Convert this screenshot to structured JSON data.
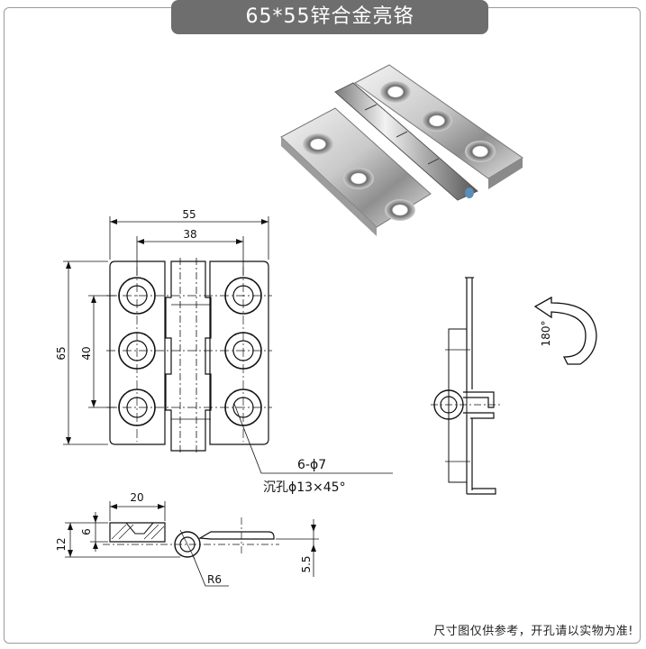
{
  "header": {
    "title": "65*55锌合金亮铬"
  },
  "footer": {
    "note": "尺寸图仅供参考，开孔请以实物为准!"
  },
  "dimensions": {
    "overall_width": "55",
    "hole_spacing_h": "38",
    "height": "65",
    "hole_spacing_v": "40",
    "holes": "6-ϕ7",
    "countersink": "沉孔ϕ13×45°",
    "leaf_width": "20",
    "thickness_total": "12",
    "thickness_leaf": "6",
    "pin_offset": "5.5",
    "radius": "R6",
    "rotation": "180°"
  },
  "colors": {
    "title_bg": "#6e6e6e",
    "line": "#111111",
    "frame": "#9a9a9a"
  }
}
